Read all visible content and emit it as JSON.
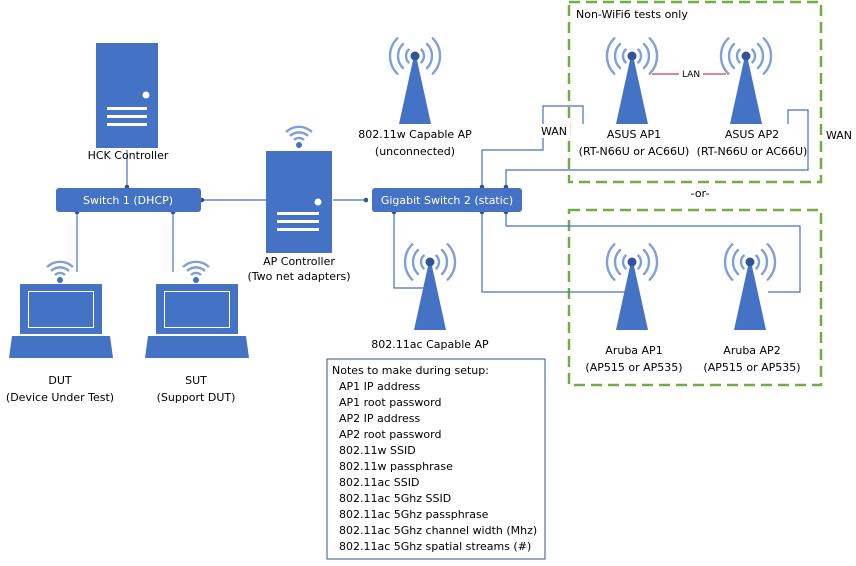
{
  "colors": {
    "device": "#4472C4",
    "device_dark": "#2F5597",
    "link": "#4472C4",
    "wave": "#7F9FD8",
    "dashed_border": "#70AD47",
    "lan_link": "#E0586C",
    "notes_border": "#2F5597"
  },
  "hck_controller": {
    "label": "HCK Controller"
  },
  "switch1": {
    "label": "Switch 1 (DHCP)"
  },
  "switch2": {
    "label": "Gigabit Switch 2 (static)"
  },
  "dut": {
    "line1": "DUT",
    "line2": "(Device Under Test)"
  },
  "sut": {
    "line1": "SUT",
    "line2": "(Support DUT)"
  },
  "ap_controller": {
    "line1": "AP Controller",
    "line2": "(Two net adapters)"
  },
  "ap_11w": {
    "line1": "802.11w Capable AP",
    "line2": "(unconnected)"
  },
  "ap_11ac": {
    "label": "802.11ac Capable AP"
  },
  "group_top": {
    "title": "Non-WiFi6 tests only"
  },
  "or_text": "-or-",
  "asus_ap1": {
    "line1": "ASUS AP1",
    "line2": "(RT-N66U or AC66U)"
  },
  "asus_ap2": {
    "line1": "ASUS AP2",
    "line2": "(RT-N66U or AC66U)"
  },
  "aruba_ap1": {
    "line1": "Aruba AP1",
    "line2": "(AP515 or AP535)"
  },
  "aruba_ap2": {
    "line1": "Aruba AP2",
    "line2": "(AP515 or AP535)"
  },
  "links": {
    "wan_left": "WAN",
    "wan_right": "WAN",
    "lan": "LAN"
  },
  "notes": {
    "title": "Notes to make during setup:",
    "items": [
      "AP1 IP address",
      "AP1 root password",
      "AP2 IP address",
      "AP2 root password",
      "802.11w SSID",
      "802.11w passphrase",
      "802.11ac SSID",
      "802.11ac 5Ghz SSID",
      "802.11ac 5Ghz passphrase",
      "802.11ac 5Ghz channel width (Mhz)",
      "802.11ac 5Ghz spatial streams (#)"
    ]
  }
}
